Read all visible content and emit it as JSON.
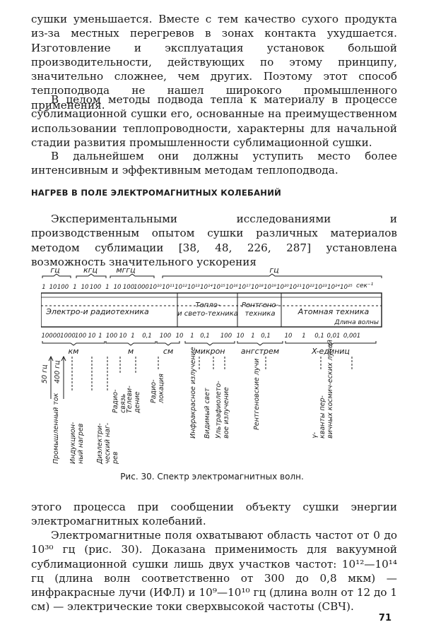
{
  "paragraphs": [
    "сушки уменьшается. Вместе с тем качество сухого продукта из-за местных перегревов в зонах контакта ухудшается. Изготовление и эксплуатация установок большой производительности, действующих по этому принципу, значительно сложнее, чем других. Поэтому этот способ теплоподвода не нашел широкого промышленного применения.",
    "В целом методы подвода тепла к материалу в процессе сублимационной сушки его, основанные на преимущественном использовании теплопроводности, характерны для начальной стадии развития промышленности сублимационной сушки.",
    "В дальнейшем они должны уступить место более интенсивным и эффективным методам теплоподвода.",
    "Экспериментальными исследованиями и производственным опытом сушки различных материалов методом сублимации [38, 48, 226, 287] установлена возможность значительного ускорения",
    "этого процесса при сообщении объекту сушки энергии электромагнитных колебаний.",
    "Электромагнитные поля охватывают область частот от 0 до 10³⁰ гц (рис. 30). Доказана применимость для вакуумной сублимационной сушки лишь двух участков частот: 10¹²—10¹⁴ гц (длина волн соответственно от 300 до 0,8 мкм) — инфракрасные лучи (ИФЛ) и 10⁹—10¹⁰ гц (длина волн от 12 до 1 см) — электрические токи сверхвысокой частоты (СВЧ)."
  ],
  "heading": "НАГРЕВ В ПОЛЕ ЭЛЕКТРОМАГНИТНЫХ КОЛЕБАНИЙ",
  "figure": {
    "freq_units": [
      "гц",
      "кгц",
      "мггц",
      "гц"
    ],
    "freq_scale": [
      "1",
      "10",
      "100",
      "1",
      "10",
      "100",
      "1",
      "10",
      "100",
      "1000",
      "10¹⁰",
      "10¹¹",
      "10¹²",
      "10¹³",
      "10¹⁴",
      "10¹⁵",
      "10¹⁶",
      "10¹⁷",
      "10¹⁸",
      "10¹⁹",
      "10²⁰",
      "10²¹",
      "10²²",
      "10²³",
      "10²⁴",
      "10²⁵"
    ],
    "freq_unit_end": "сек⁻¹",
    "bands": [
      "Электро-и радиотехника",
      "Тепло-и свето-техника",
      "Рентгено-техника",
      "Атомная техника"
    ],
    "wavelength_title": "Длина волны",
    "wave_scale": [
      "10000",
      "1000",
      "100",
      "10",
      "1",
      "100",
      "10",
      "1",
      "0,1",
      "100",
      "10",
      "1",
      "0,1",
      "100",
      "10",
      "1",
      "0,1",
      "10",
      "1",
      "0,1",
      "0,01",
      "0,001"
    ],
    "wave_units": [
      "км",
      "м",
      "см",
      "микрон",
      "ангстрем",
      "X-единиц"
    ],
    "freq_marks": [
      "50 гц",
      "400 гц"
    ],
    "applications": [
      "Промышленный ток",
      "Индукцион-ный нагрев",
      "Диэлектри-ческий наг-рев",
      "Радио-связь",
      "Телеви-дение",
      "Радио-локация",
      "Инфракрасное излучение",
      "Видимый свет",
      "Ультрафиолето-вое излучение",
      "Рентгеновские лучи",
      "γ-кванты пер-вичных космич-еских лучей"
    ]
  },
  "caption": "Рис. 30. Спектр электромагнитных волн.",
  "page_number": "71"
}
